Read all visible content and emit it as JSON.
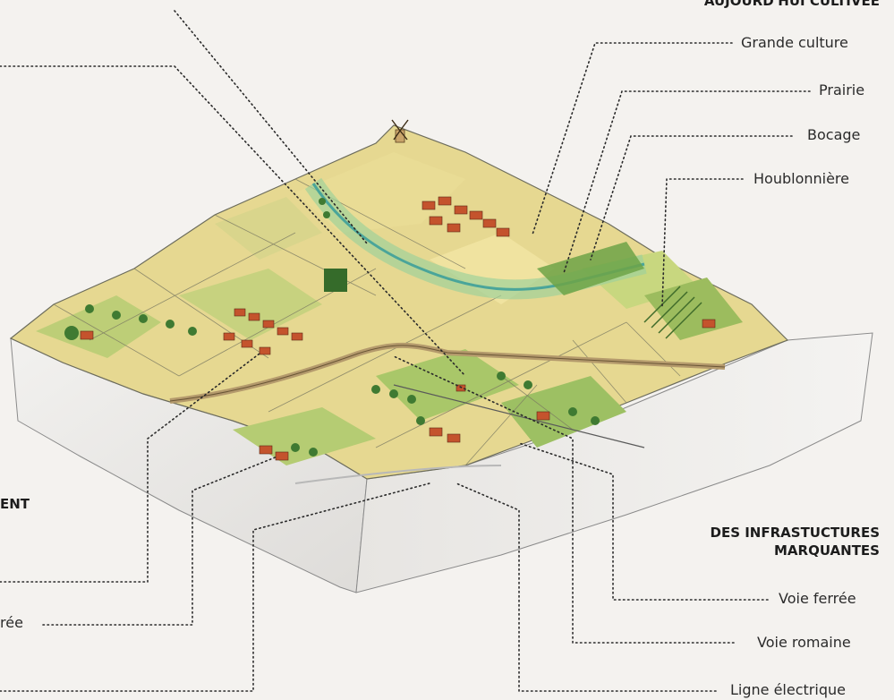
{
  "headings": {
    "top": "AUJOURD'HUI CULTIVÉE",
    "infra_line1": "DES INFRASTUCTURES",
    "infra_line2": "MARQUANTES",
    "left_partial": "ENT"
  },
  "labels": {
    "grande_culture": "Grande culture",
    "prairie": "Prairie",
    "bocage": "Bocage",
    "houblonniere": "Houblonnière",
    "voie_ferree": "Voie ferrée",
    "voie_romaine": "Voie romaine",
    "ligne_electrique": "Ligne électrique",
    "left_partial": "rée"
  },
  "colors": {
    "leader": "#2a2a2a",
    "field_yellow": "#e8d98a",
    "field_green": "#b9cf7a",
    "meadow": "#7fae4a",
    "river": "#5db3a6",
    "roof": "#c9552e",
    "block_side": "#ecebea"
  }
}
